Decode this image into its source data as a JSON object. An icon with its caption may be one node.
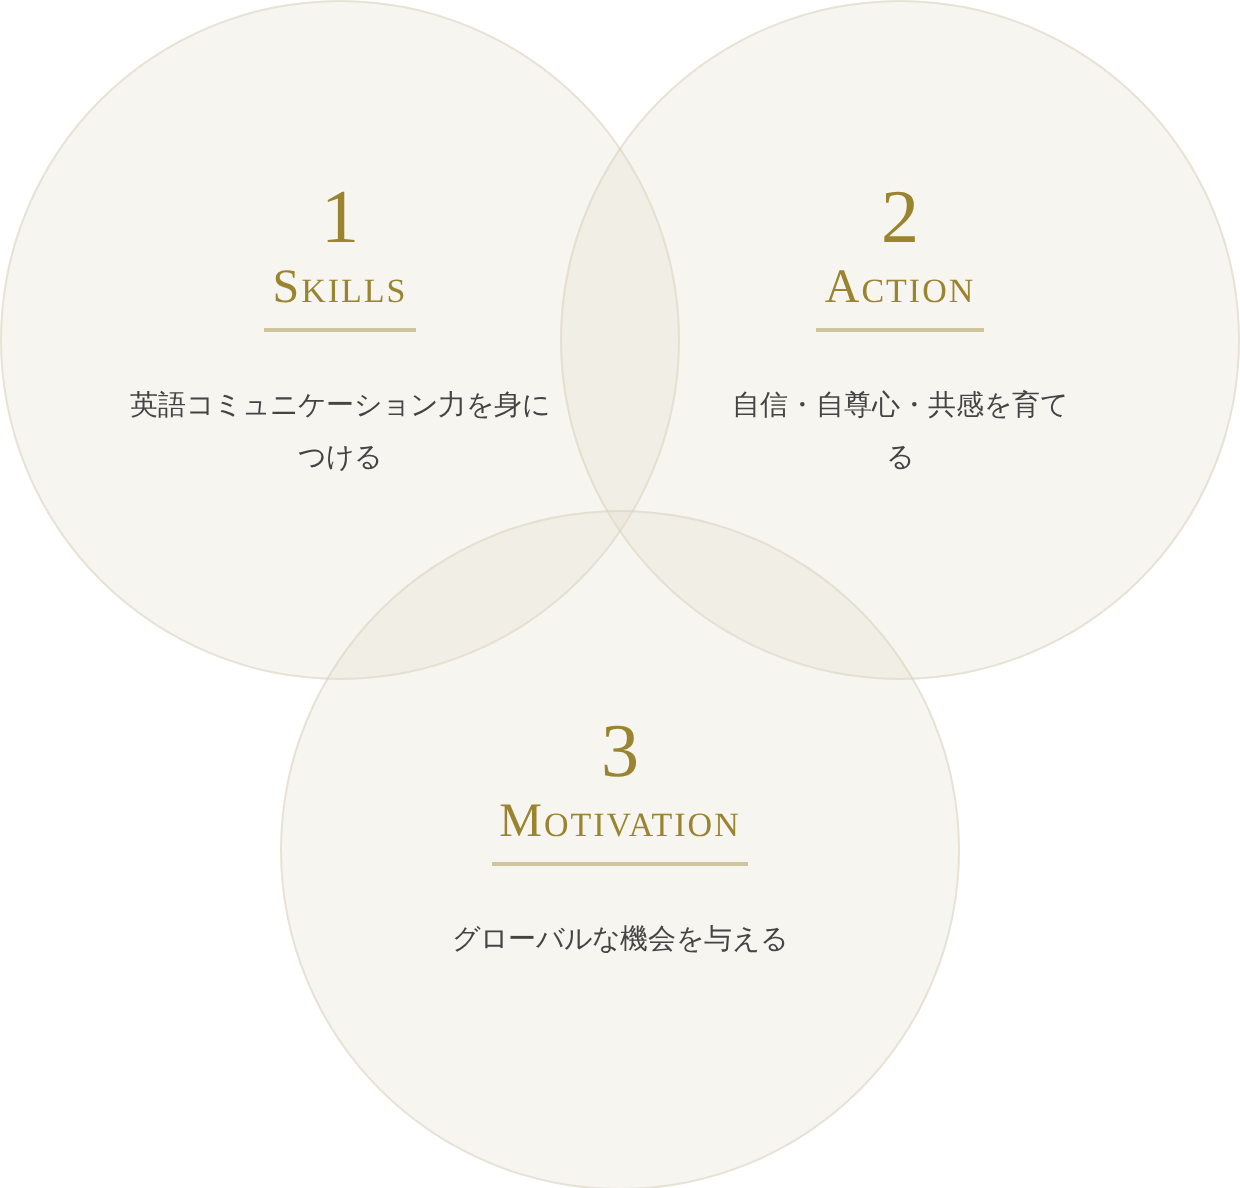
{
  "diagram": {
    "nodes": [
      {
        "text": [
          "1",
          "Skills",
          "英語コミュニケーション力を身につける"
        ]
      },
      {
        "text": [
          "2",
          "Action",
          "自信・自尊心・共感を育てる"
        ]
      },
      {
        "text": [
          "3",
          "Motivation",
          "グローバルな機会を与える"
        ]
      }
    ]
  }
}
